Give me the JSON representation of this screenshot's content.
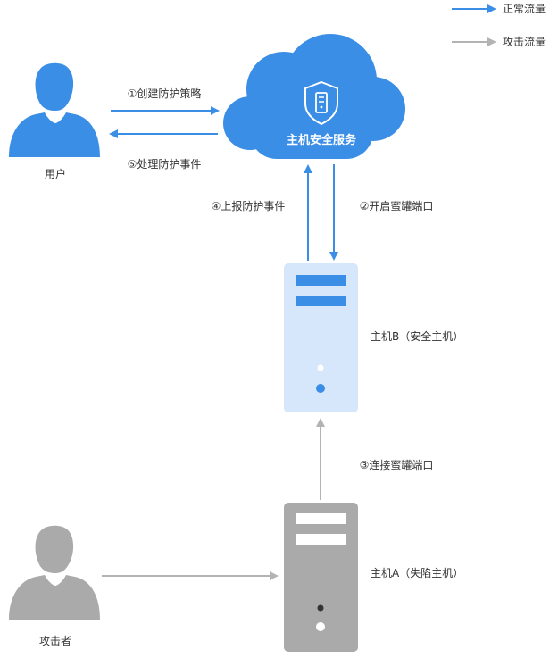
{
  "colors": {
    "normal": "#3a8ee6",
    "attack": "#b3b3b3",
    "cloud": "#3a8ee6",
    "host_b": "#d6e6fb",
    "host_a": "#aaaaaa",
    "user": "#3a8ee6",
    "attacker": "#aaaaaa"
  },
  "legend": {
    "normal_traffic": "正常流量",
    "attack_traffic": "攻击流量"
  },
  "nodes": {
    "user": "用户",
    "cloud": "主机安全服务",
    "host_b": "主机B（安全主机）",
    "host_a": "主机A（失陷主机）",
    "attacker": "攻击者"
  },
  "steps": {
    "create_policy": "①创建防护策略",
    "handle_event": "⑤处理防护事件",
    "report_event": "④上报防护事件",
    "open_honeypot": "②开启蜜罐端口",
    "connect_honeypot": "③连接蜜罐端口"
  },
  "icons": {
    "user": "person-icon",
    "attacker": "person-icon",
    "cloud": "cloud-icon",
    "shield": "shield-icon",
    "host_b": "server-icon",
    "host_a": "server-icon"
  }
}
